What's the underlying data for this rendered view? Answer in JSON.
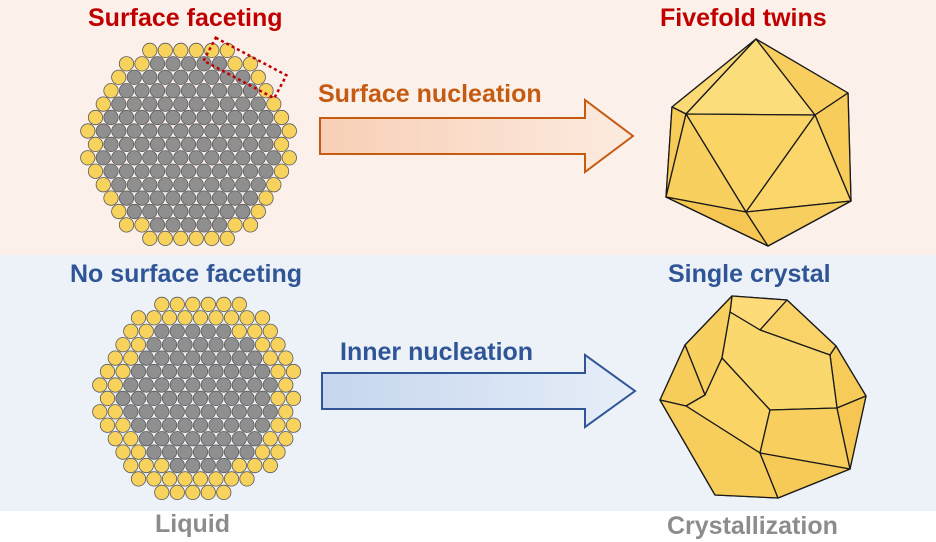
{
  "top_row": {
    "left_label": "Surface faceting",
    "arrow_label": "Surface nucleation",
    "right_label": "Fivefold twins"
  },
  "bottom_row": {
    "left_label": "No surface faceting",
    "arrow_label": "Inner nucleation",
    "right_label": "Single crystal"
  },
  "footer": {
    "left_label": "Liquid",
    "right_label": "Crystallization"
  },
  "colors": {
    "top_band": "#fbf0ea",
    "bottom_band": "#edf2f9",
    "red_text": "#c00000",
    "orange_text": "#c55a11",
    "blue_text": "#2f5597",
    "gray_text": "#8c8c8c",
    "surface_atom": "#f7d25c",
    "inner_atom": "#8f8f8f",
    "crystal_fill": "#fad464"
  },
  "icons": {
    "top_arrow": "right-arrow-outline-orange",
    "bottom_arrow": "right-arrow-outline-blue",
    "top_crystal": "icosahedron",
    "bottom_crystal": "truncated-octahedron"
  }
}
